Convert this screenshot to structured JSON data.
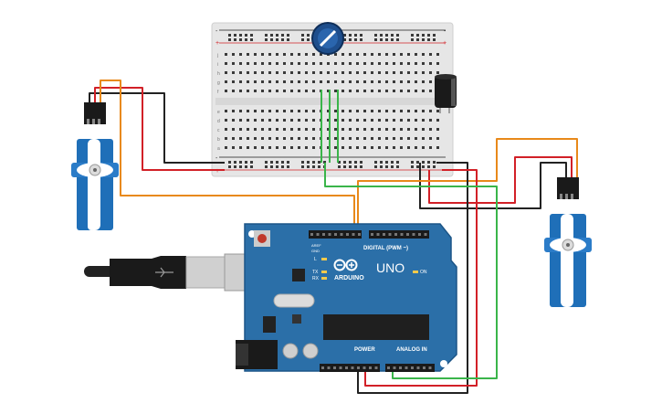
{
  "board": {
    "logo_text": "ARDUINO",
    "model_text": "UNO",
    "digital_label": "DIGITAL (PWM ~)",
    "power_label": "POWER",
    "analog_label": "ANALOG IN",
    "on_label": "ON",
    "tx_label": "TX",
    "rx_label": "RX",
    "l_label": "L",
    "aref_label": "AREF",
    "gnd_label": "GND"
  },
  "breadboard": {
    "row_letters_top": [
      "j",
      "i",
      "h",
      "g",
      "f"
    ],
    "row_letters_bottom": [
      "e",
      "d",
      "c",
      "b",
      "a"
    ],
    "plus_sign": "+",
    "minus_sign": "-"
  },
  "colors": {
    "board": "#2b6fa8",
    "wire_orange": "#e8891a",
    "wire_red": "#d22027",
    "wire_black": "#222222",
    "wire_green": "#3ab54a",
    "servo_body": "#1f6fb8"
  }
}
